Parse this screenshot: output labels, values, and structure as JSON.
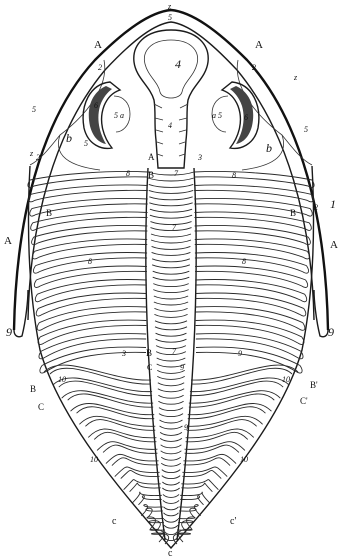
{
  "figure": {
    "labels": {
      "top_z": "z",
      "top_5": "5",
      "A_left": "A",
      "A_right": "A",
      "glab_4": "4",
      "glab_4b": "4",
      "two_ul": "2",
      "two_ur": "2",
      "six_l": "6",
      "six_r": "6",
      "five_a_l": "5 a",
      "a5_r": "a 5",
      "five_l_edge": "5",
      "five_r_edge": "5",
      "z_l_edge": "z",
      "z_r_edge": "z",
      "b_l": "b",
      "b_r": "b",
      "five_l_in": "5",
      "two_l_mid": "2",
      "two_r_mid": "2",
      "A_axial": "A",
      "three_axial": "3",
      "eight_l1": "8",
      "B_ax1": "B",
      "seven_1": "7",
      "eight_r1": "8",
      "B_left": "B",
      "B_right": "B",
      "seven_2": "7",
      "eight_l2": "8",
      "eight_r2": "8",
      "A_left_side": "A",
      "A_right_side": "A",
      "one_r": "1",
      "nine_l": "9",
      "nine_r": "9",
      "three_l": "3",
      "B_ax2": "B",
      "seven_3": "7",
      "nine_mid_r": "9",
      "C_ax": "C",
      "nine_ax": "9",
      "ten_l": "10",
      "ten_r": "10",
      "B_prime_l": "B",
      "B_prime_r": "B'",
      "C_l": "C",
      "C_r": "C'",
      "nine_py": "9",
      "ten_pl": "10",
      "ten_pr": "10",
      "c_bl": "c",
      "c_br": "c'",
      "c_tip": "c"
    }
  }
}
